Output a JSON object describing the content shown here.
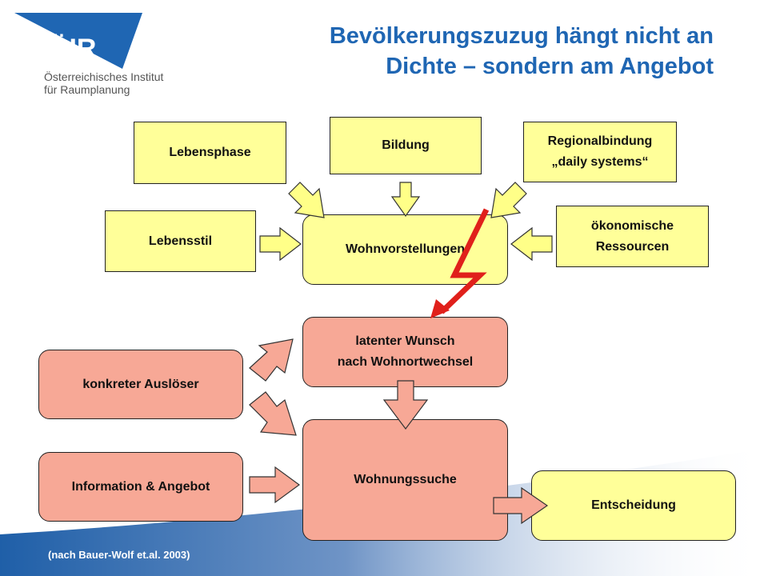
{
  "header": {
    "title_line1": "Bevölkerungszuzug hängt nicht an",
    "title_line2": "Dichte – sondern am Angebot"
  },
  "logo": {
    "mark": "ÖIR",
    "line1": "Österreichisches Institut",
    "line2": "für Raumplanung"
  },
  "factors": {
    "lebensphase": "Lebensphase",
    "bildung": "Bildung",
    "regional_line1": "Regionalbindung",
    "regional_line2": "„daily systems“",
    "lebensstil": "Lebensstil",
    "oekonomisch_line1": "ökonomische",
    "oekonomisch_line2": "Ressourcen"
  },
  "central": "Wohnvorstellungen",
  "process": {
    "wunsch_line1": "latenter Wunsch",
    "wunsch_line2": "nach Wohnortwechsel",
    "ausloeser": "konkreter Auslöser",
    "information": "Information & Angebot",
    "suche": "Wohnungssuche",
    "entscheidung": "Entscheidung"
  },
  "caption": "(nach Bauer-Wolf et.al. 2003)",
  "colors": {
    "title": "#1f66b3",
    "logo_blue": "#1f66b3",
    "factor_fill": "#ffff99",
    "process_fill": "#f7a896",
    "arrow_fill": "#ffff88",
    "arrow_salmon": "#f7a896",
    "lightning": "#e0201b"
  }
}
